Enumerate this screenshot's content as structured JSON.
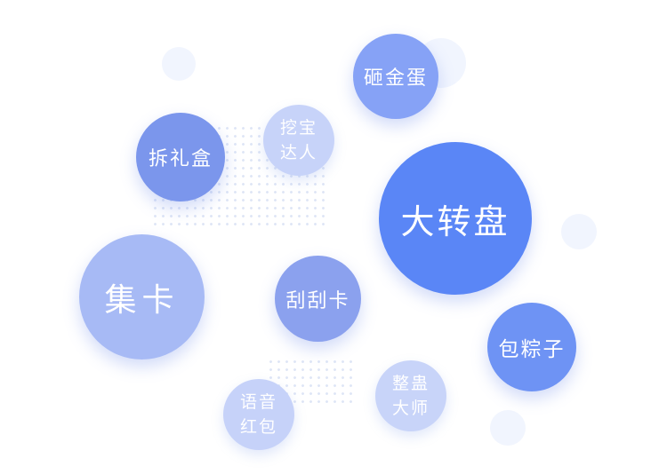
{
  "bubbles": {
    "dazhuanpan": "大转盘",
    "jika": "集卡",
    "zajindan": "砸金蛋",
    "chailihe": "拆礼盒",
    "wabao": "挖宝\n达人",
    "guaguaka": "刮刮卡",
    "baozongzi": "包粽子",
    "zhenggu": "整蛊\n大师",
    "yuyin": "语音\n红包"
  },
  "colors": {
    "primary": "#5a86f6",
    "medium": "#86a2f6",
    "light": "#c7d3f9",
    "deco": "#f1f5fe",
    "dots": "#dfe6f6"
  }
}
